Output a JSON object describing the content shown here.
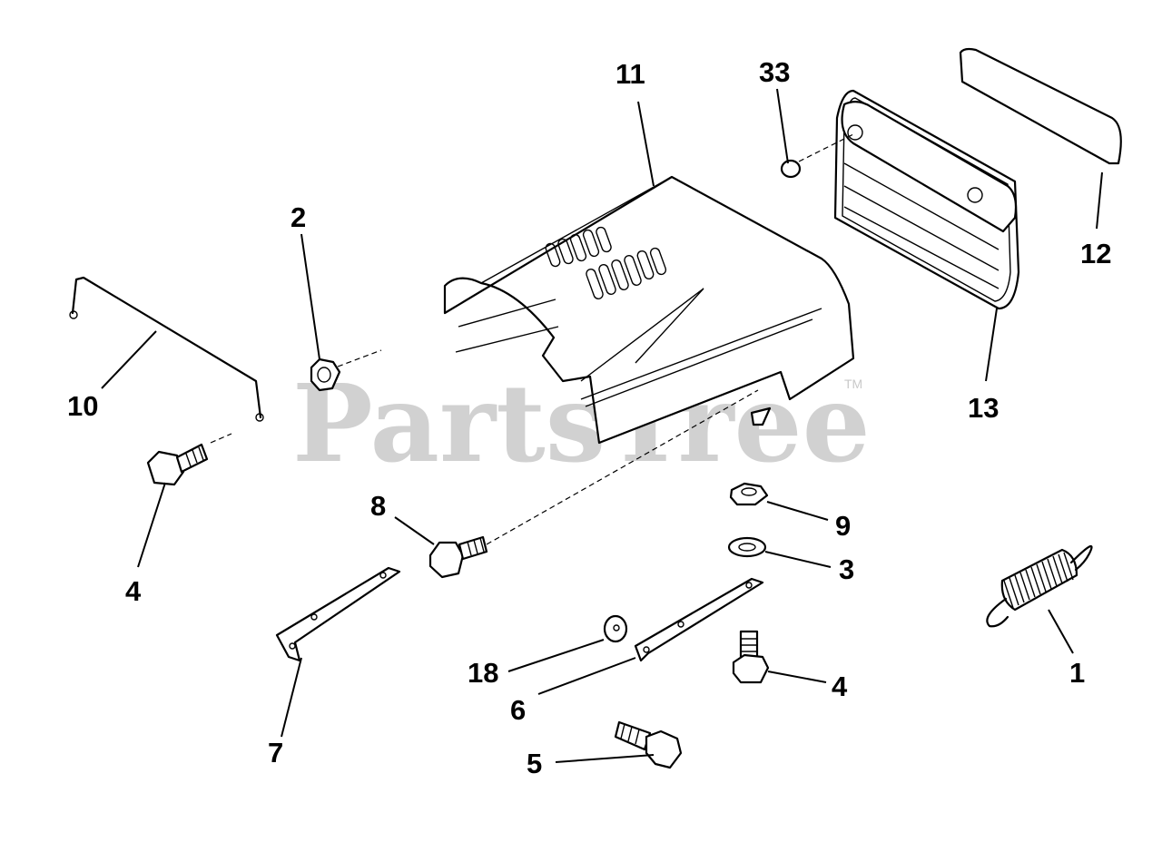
{
  "watermark": {
    "text": "PartsTree",
    "tm": "TM"
  },
  "callouts": [
    "11",
    "33",
    "12",
    "2",
    "10",
    "13",
    "4",
    "8",
    "9",
    "3",
    "1",
    "4",
    "18",
    "6",
    "7",
    "5"
  ],
  "colors": {
    "line": "#000000",
    "watermark": "#c9c9c9",
    "background": "#ffffff"
  }
}
